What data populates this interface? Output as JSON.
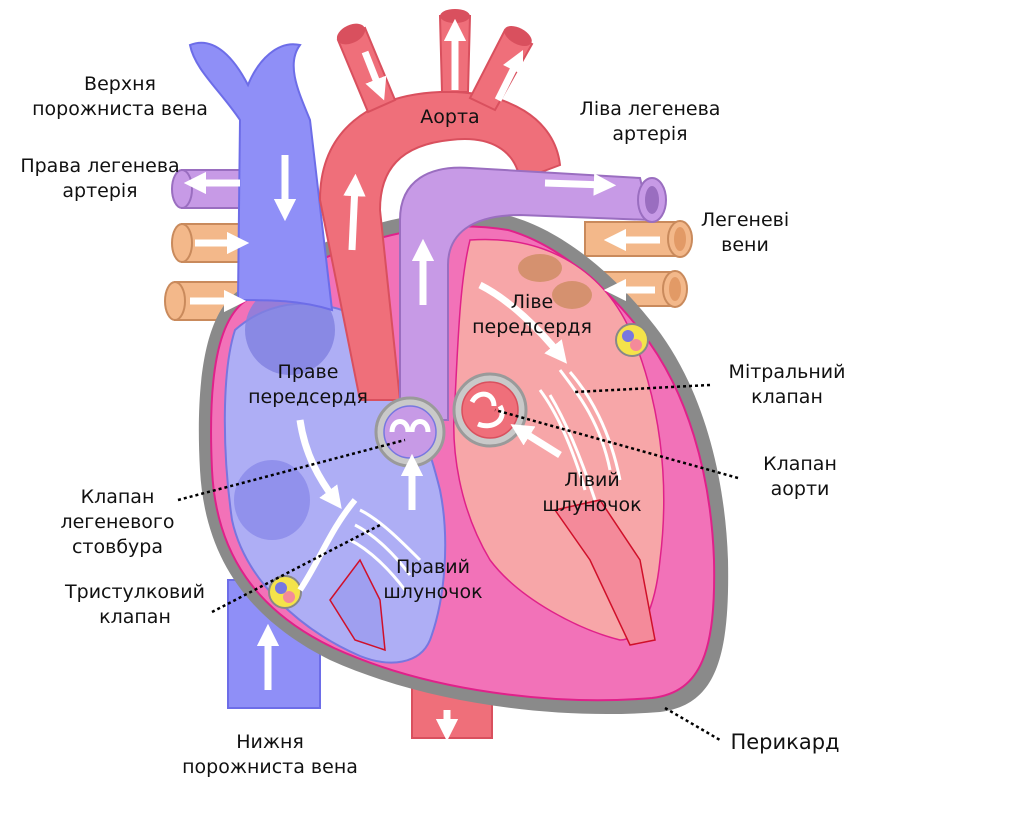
{
  "diagram": {
    "title": "",
    "labels": {
      "superior_vena_cava": [
        "Верхня",
        "порожниста вена"
      ],
      "aorta": [
        "Аорта"
      ],
      "left_pulmonary_artery": [
        "Ліва легенева",
        "артерія"
      ],
      "right_pulmonary_artery": [
        "Права легенева",
        "артерія"
      ],
      "pulmonary_veins": [
        "Легеневі",
        "вени"
      ],
      "left_atrium": [
        "Ліве",
        "передсердя"
      ],
      "right_atrium": [
        "Праве",
        "передсердя"
      ],
      "mitral_valve": [
        "Мітральний",
        "клапан"
      ],
      "aortic_valve": [
        "Клапан",
        "аорти"
      ],
      "left_ventricle": [
        "Лівий",
        "шлуночок"
      ],
      "pulmonary_valve": [
        "Клапан",
        "легеневого",
        "стовбура"
      ],
      "tricuspid_valve": [
        "Тристулковий",
        "клапан"
      ],
      "right_ventricle": [
        "Правий",
        "шлуночок"
      ],
      "inferior_vena_cava": [
        "Нижня",
        "порожниста вена"
      ],
      "pericardium": [
        "Перикард"
      ]
    },
    "colors": {
      "vein_blue": "#8f8ff7",
      "vein_blue_dark": "#6d6de8",
      "artery_red": "#ef6f7a",
      "artery_red_dark": "#d9505e",
      "pulmonary_purple": "#c79ae6",
      "pulmonary_vein_tan": "#f3b88a",
      "heart_wall_pink": "#f272b8",
      "left_chamber_salmon": "#f7a6a8",
      "right_chamber_blue": "#aeaef5",
      "pericardium_gray": "#8a8a8a",
      "valve_yellow": "#f4e34a"
    }
  }
}
